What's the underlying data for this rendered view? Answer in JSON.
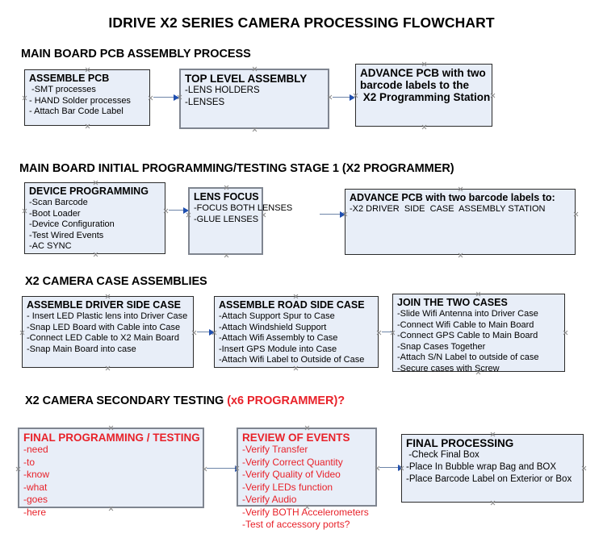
{
  "title": "IDRIVE X2  SERIES CAMERA PROCESSING FLOWCHART",
  "colors": {
    "box_fill": "#e8eef8",
    "box_border_dark": "#2b2b2b",
    "box_border_grey": "#7f8590",
    "accent_red": "#e8222a",
    "arrow_line": "#6d85a8",
    "arrow_head": "#1f4fb0",
    "handle": "#8c8c8c"
  },
  "sections": [
    {
      "header": "MAIN BOARD PCB ASSEMBLY PROCESS",
      "accent": ""
    },
    {
      "header": "MAIN BOARD INITIAL PROGRAMMING/TESTING STAGE 1 (X2 PROGRAMMER)",
      "accent": ""
    },
    {
      "header": "X2 CAMERA CASE ASSEMBLIES",
      "accent": ""
    },
    {
      "header": "X2 CAMERA SECONDARY TESTING ",
      "accent": "(x6 PROGRAMMER)?"
    }
  ],
  "boxes": [
    {
      "id": "assemble-pcb",
      "title": "ASSEMBLE PCB",
      "lines": [
        " -SMT processes",
        "- HAND Solder processes",
        "- Attach Bar Code Label"
      ]
    },
    {
      "id": "top-level-assembly",
      "title": "TOP LEVEL ASSEMBLY",
      "lines": [
        "-LENS HOLDERS",
        "-LENSES"
      ]
    },
    {
      "id": "advance-pcb-x2-programming-station",
      "title": "ADVANCE PCB with two\nbarcode labels to the\n X2 Programming Station",
      "lines": []
    },
    {
      "id": "device-programming",
      "title": "DEVICE PROGRAMMING",
      "lines": [
        "-Scan Barcode",
        "-Boot Loader",
        "-Device Configuration",
        "-Test Wired Events",
        "-AC SYNC"
      ]
    },
    {
      "id": "lens-focus",
      "title": "LENS FOCUS",
      "lines": [
        "-FOCUS BOTH LENSES",
        "-GLUE LENSES"
      ]
    },
    {
      "id": "advance-pcb-driver-side-case",
      "title": "ADVANCE PCB with two barcode labels to:",
      "lines": [
        "-X2 DRIVER  SIDE  CASE  ASSEMBLY STATION"
      ]
    },
    {
      "id": "assemble-driver-side-case",
      "title": "ASSEMBLE DRIVER SIDE CASE",
      "lines": [
        "- Insert LED Plastic lens into Driver Case",
        "-Snap LED Board with Cable into Case",
        "-Connect LED Cable to X2 Main Board",
        "-Snap Main Board into case"
      ]
    },
    {
      "id": "assemble-road-side-case",
      "title": "ASSEMBLE ROAD SIDE CASE",
      "lines": [
        "-Attach Support Spur to Case",
        "-Attach Windshield Support",
        "-Attach Wifi Assembly to Case",
        "-Insert GPS Module into Case",
        "-Attach Wifi Label to Outside of Case"
      ]
    },
    {
      "id": "join-the-two-cases",
      "title": "JOIN THE TWO CASES",
      "lines": [
        "-Slide Wifi Antenna into Driver Case",
        "-Connect Wifi Cable to Main Board",
        "-Connect GPS Cable to Main Board",
        "-Snap Cases Together",
        "-Attach S/N Label to outside of case",
        "-Secure cases with Screw"
      ]
    },
    {
      "id": "final-programming-testing",
      "title": "FINAL PROGRAMMING / TESTING",
      "lines": [
        "-need",
        "-to",
        "-know",
        "-what",
        "-goes",
        "-here"
      ]
    },
    {
      "id": "review-of-events",
      "title": "REVIEW OF EVENTS",
      "lines": [
        "-Verify Transfer",
        "-Verify Correct Quantity",
        "-Verify Quality of Video",
        "-Verify LEDs function",
        "-Verify Audio",
        "-Verify BOTH Accelerometers",
        "-Test of accessory ports?"
      ]
    },
    {
      "id": "final-processing",
      "title": "FINAL PROCESSING",
      "lines": [
        " -Check Final Box",
        "-Place In Bubble wrap Bag and BOX",
        "-Place Barcode Label on Exterior or Box"
      ]
    }
  ]
}
